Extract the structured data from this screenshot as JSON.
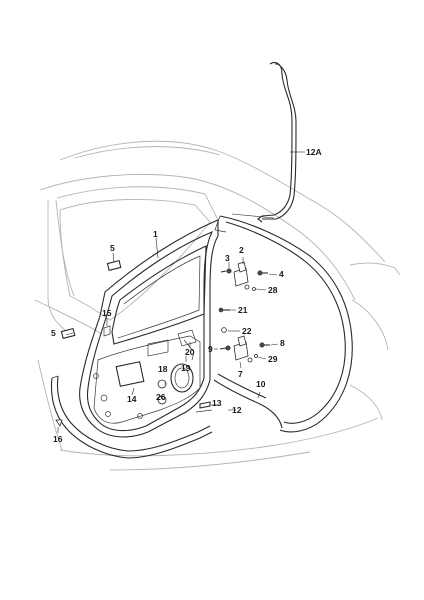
{
  "callouts": {
    "c1": "1",
    "c2": "2",
    "c3": "3",
    "c4": "4",
    "c5a": "5",
    "c5b": "5",
    "c7": "7",
    "c8": "8",
    "c9": "9",
    "c10": "10",
    "c12": "12",
    "c12a": "12A",
    "c13": "13",
    "c14": "14",
    "c15": "15",
    "c16": "16",
    "c18": "18",
    "c19": "19",
    "c20": "20",
    "c21": "21",
    "c22": "22",
    "c26": "26",
    "c28": "28",
    "c29": "29"
  },
  "colors": {
    "body_outline": "#b4b4b4",
    "part_outline": "#2a2a2a",
    "background": "#ffffff"
  }
}
